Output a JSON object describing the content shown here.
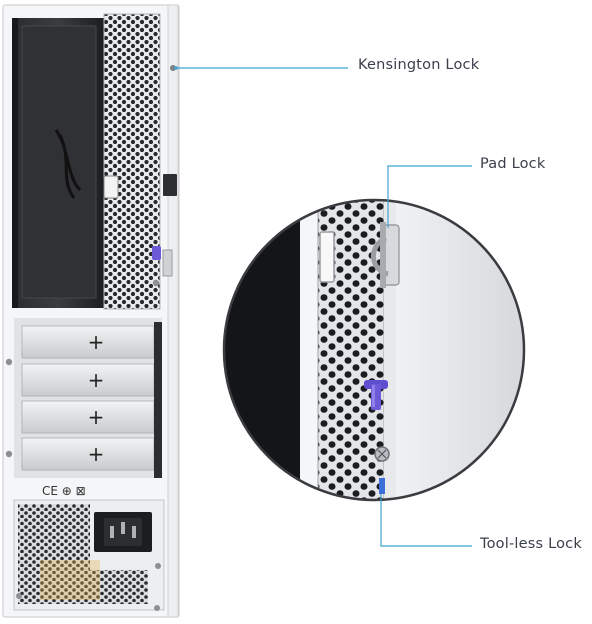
{
  "callouts": {
    "kensington": "Kensington Lock",
    "padlock": "Pad Lock",
    "toolless": "Tool-less Lock"
  },
  "colors": {
    "leader_line": "#3fa4cf",
    "chassis": "#e6e8eb",
    "frame": "#f4f5f6",
    "bay_dark": "#1d1f22",
    "vent_dark": "#222428",
    "lock_purple": "#6a5ad8"
  },
  "icons": {
    "slot_cross": "plus-icon",
    "power_inlet": "power-socket-icon",
    "certification": "ce-mark-icon"
  },
  "certification_marks": "CE ⊕ ⊠"
}
